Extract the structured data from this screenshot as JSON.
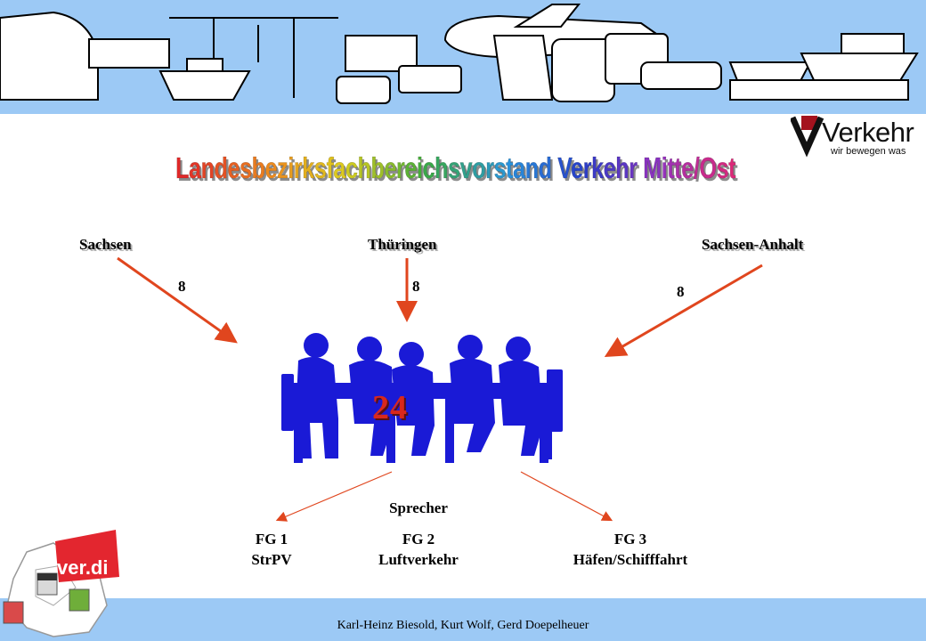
{
  "title": "Landesbezirksfachbereichsvorstand Verkehr Mitte/Ost",
  "logo": {
    "word": "Verkehr",
    "tagline": "wir bewegen was"
  },
  "regions": [
    {
      "name": "Sachsen",
      "count": "8"
    },
    {
      "name": "Thüringen",
      "count": "8"
    },
    {
      "name": "Sachsen-Anhalt",
      "count": "8"
    }
  ],
  "total": "24",
  "speaker": "Sprecher",
  "groups": [
    {
      "code": "FG 1",
      "name": "StrPV"
    },
    {
      "code": "FG 2",
      "name": "Luftverkehr"
    },
    {
      "code": "FG 3",
      "name": "Häfen/Schifffahrt"
    }
  ],
  "verdi": "ver.di",
  "footer": "Karl-Heinz Biesold, Kurt Wolf, Gerd Doepelheuer",
  "colors": {
    "banner": "#9cc9f5",
    "arrow": "#e0461e",
    "people": "#1a1ad6",
    "total": "#d9281c",
    "verdi_red": "#e3262f"
  }
}
